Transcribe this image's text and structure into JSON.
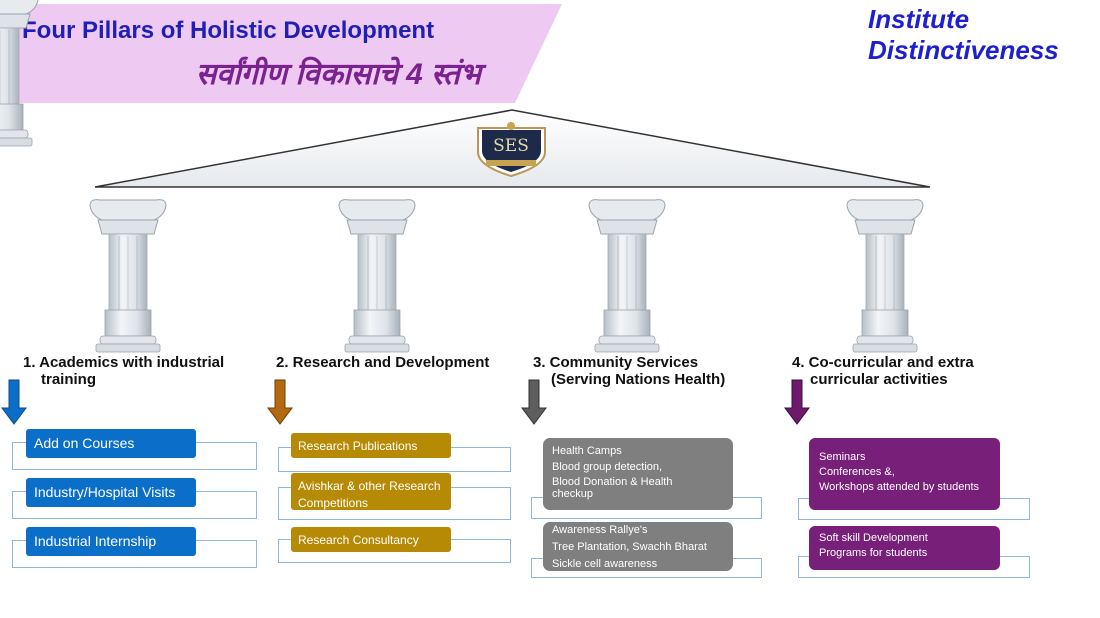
{
  "header": {
    "title_en": "Four Pillars of Holistic Development",
    "title_mr": "सर्वांगीण विकासाचे 4 स्तंभ",
    "institute_line1": "Institute",
    "institute_line2": "Distinctiveness"
  },
  "logo": {
    "text": "SES"
  },
  "colors": {
    "banner": "#eec9f2",
    "title_en": "#1f1fb5",
    "title_mr": "#7a2290",
    "pillar1": "#0b6fca",
    "pillar2": "#b78a05",
    "pillar3": "#7f7f7f",
    "pillar4": "#781f79"
  },
  "pillars": [
    {
      "line1": "1. Academics with industrial",
      "line2": "training",
      "arrow_icon": "down-arrow-icon",
      "items": [
        "Add on Courses",
        "Industry/Hospital Visits",
        "Industrial Internship"
      ]
    },
    {
      "line1": "2. Research and Development",
      "line2": "",
      "arrow_icon": "down-arrow-icon",
      "items": [
        "Research Publications",
        "Avishkar & other Research Competitions",
        "Research Consultancy"
      ]
    },
    {
      "line1": "3. Community Services",
      "line2": "(Serving Nations Health)",
      "arrow_icon": "down-arrow-icon",
      "items": [
        {
          "lines": [
            "Health Camps",
            "Blood group detection,",
            "Blood Donation & Health checkup"
          ]
        },
        {
          "lines": [
            "Awareness Rallye's",
            "Tree Plantation, Swachh Bharat",
            "Sickle cell awareness"
          ]
        }
      ]
    },
    {
      "line1": "4. Co-curricular and extra",
      "line2": "curricular activities",
      "arrow_icon": "down-arrow-icon",
      "items": [
        {
          "lines": [
            "Seminars",
            "Conferences &,",
            "Workshops attended by  students"
          ]
        },
        {
          "lines": [
            "Soft skill Development",
            "Programs for students"
          ]
        }
      ]
    }
  ]
}
